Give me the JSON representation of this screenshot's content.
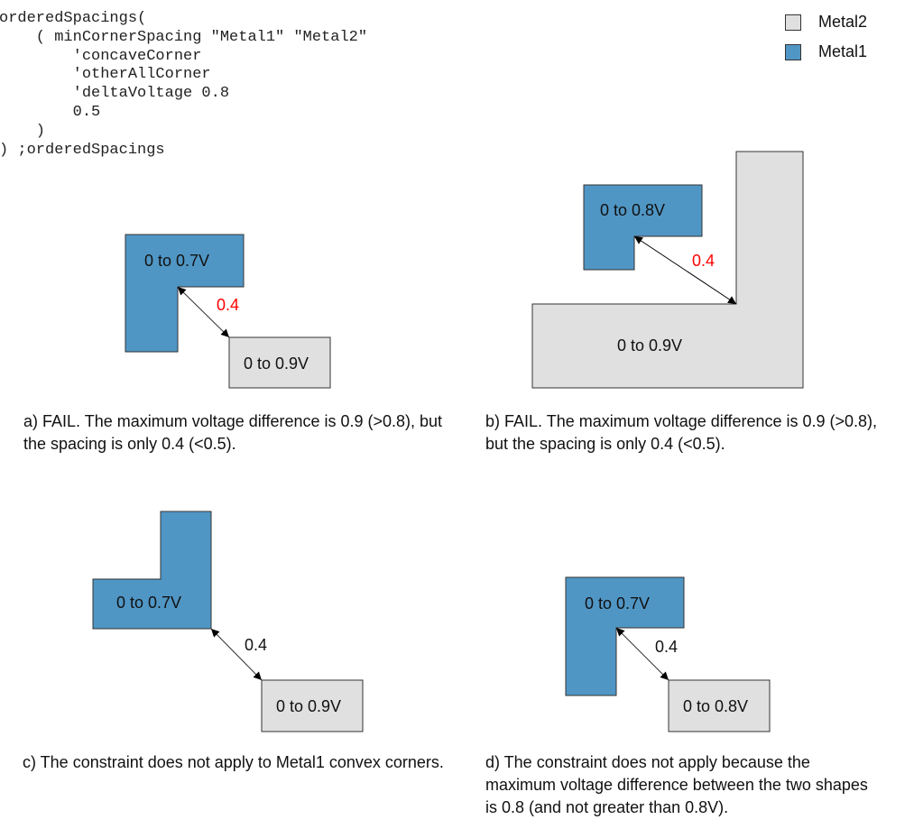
{
  "code": {
    "lines": [
      "orderedSpacings(",
      "    ( minCornerSpacing \"Metal1\" \"Metal2\"",
      "        'concaveCorner",
      "        'otherAllCorner",
      "        'deltaVoltage 0.8",
      "        0.5",
      "    )",
      ") ;orderedSpacings"
    ]
  },
  "legend": {
    "items": [
      {
        "label": "Metal2",
        "color": "#e0e0e0"
      },
      {
        "label": "Metal1",
        "color": "#5096c5"
      }
    ]
  },
  "colors": {
    "metal1": "#5096c5",
    "metal2": "#e0e0e0",
    "outline": "#333333",
    "fail_dim": "#ff0000",
    "pass_dim": "#111111"
  },
  "panels": {
    "a": {
      "metal1_label": "0 to 0.7V",
      "metal2_label": "0 to 0.9V",
      "spacing": "0.4",
      "status": "fail",
      "caption": "a) FAIL. The maximum voltage difference is 0.9 (>0.8), but the spacing is only 0.4 (<0.5)."
    },
    "b": {
      "metal1_label": "0 to 0.8V",
      "metal2_label": "0 to 0.9V",
      "spacing": "0.4",
      "status": "fail",
      "caption": "b) FAIL. The maximum voltage difference is 0.9 (>0.8), but the spacing is only 0.4 (<0.5)."
    },
    "c": {
      "metal1_label": "0 to 0.7V",
      "metal2_label": "0 to 0.9V",
      "spacing": "0.4",
      "status": "pass",
      "caption": "c) The constraint does not apply to Metal1 convex corners."
    },
    "d": {
      "metal1_label": "0 to 0.7V",
      "metal2_label": "0 to 0.8V",
      "spacing": "0.4",
      "status": "pass",
      "caption": "d) The constraint does not apply because the maximum voltage difference between the two shapes is 0.8 (and not greater than 0.8V)."
    }
  }
}
